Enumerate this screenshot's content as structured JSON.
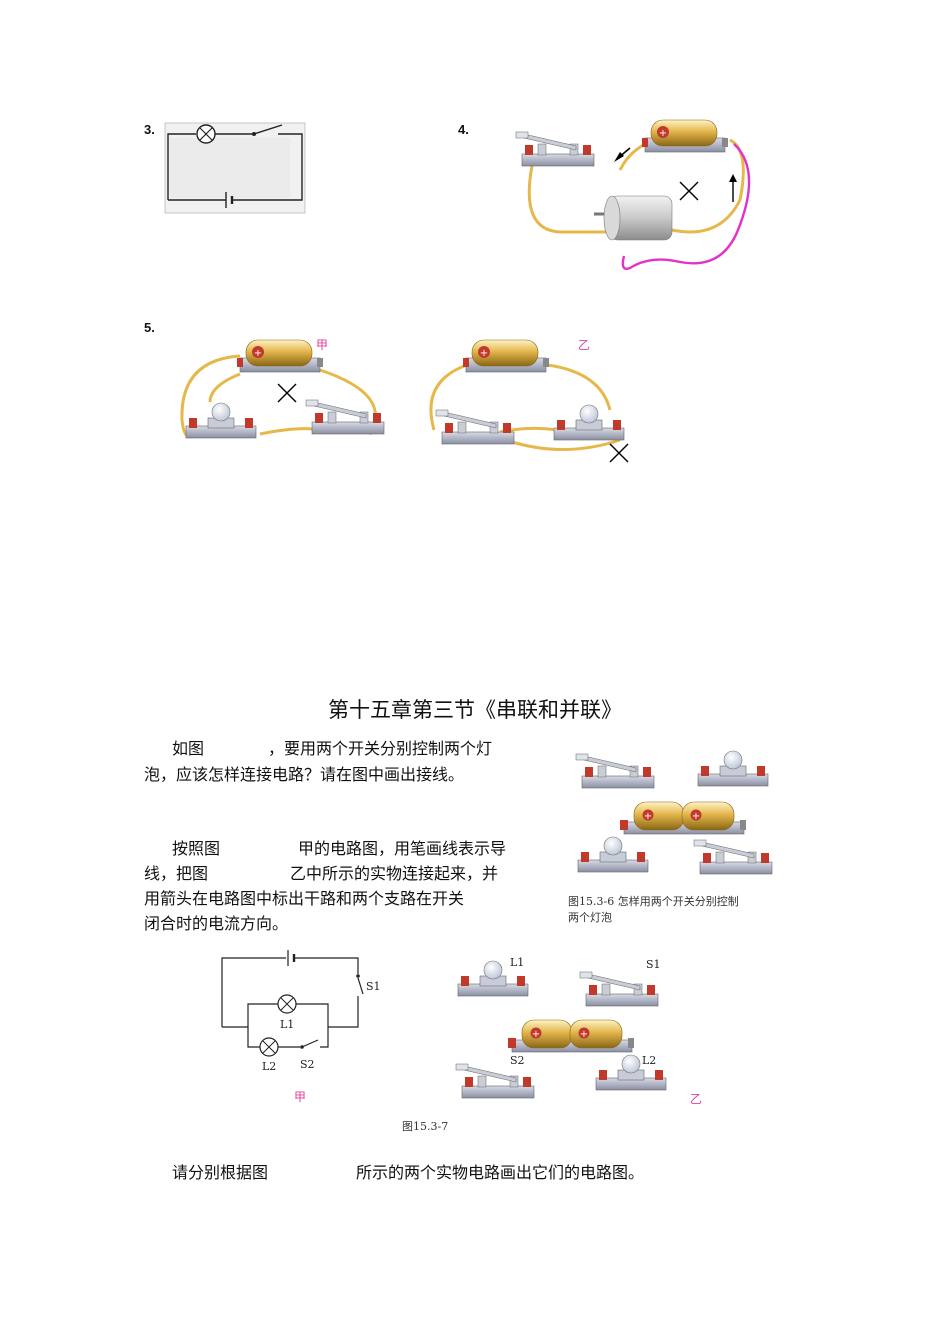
{
  "questions": {
    "q3": {
      "number": "3."
    },
    "q4": {
      "number": "4."
    },
    "q5": {
      "number": "5.",
      "label_a": "甲",
      "label_b": "乙"
    }
  },
  "section": {
    "title": "第十五章第三节《串联和并联》",
    "p1_line1_a": "如图",
    "p1_line1_b": "，要用两个开关分别控制两个灯",
    "p1_line2": "泡，应该怎样连接电路？请在图中画出接线。",
    "p2_line1_a": "按照图",
    "p2_line1_b": "甲的电路图，用笔画线表示导",
    "p2_line2_a": "线，把图",
    "p2_line2_b": "乙中所示的实物连接起来，并",
    "p2_line3": "用箭头在电路图中标出干路和两个支路在开关",
    "p2_line4": "闭合时的电流方向。",
    "p3_a": "请分别根据图",
    "p3_b": "所示的两个实物电路画出它们的电路图。"
  },
  "fig_15_3_6": {
    "caption_line1": "图15.3-6   怎样用两个开关分别控制",
    "caption_line2": "两个灯泡"
  },
  "fig_15_3_7": {
    "caption": "图15.3-7",
    "label_jia": "甲",
    "label_yi": "乙",
    "L1": "L1",
    "L2": "L2",
    "S1": "S1",
    "S2": "S2",
    "L1_b": "L1",
    "S1_b": "S1",
    "S2_b": "S2",
    "L2_b": "L2"
  },
  "colors": {
    "accent_magenta": "#e0409a",
    "wire_gold": "#e6b84a",
    "battery_gold": "#d9a93a",
    "cross_mark": "#000000"
  }
}
